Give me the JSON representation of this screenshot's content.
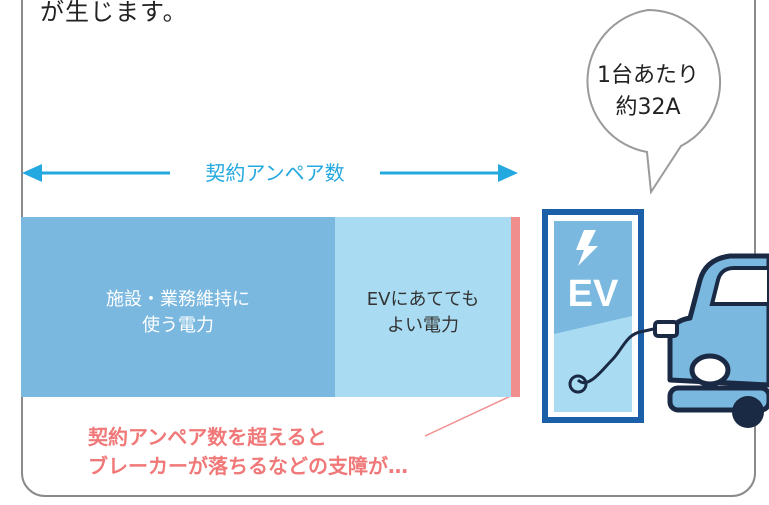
{
  "intro_text": "が生じます。",
  "bubble": {
    "lines": "1台あたり\n約32A"
  },
  "contract_label": "契約アンペア数",
  "blocks": {
    "facility": "施設・業務維持に\n使う電力",
    "ev": "EVにあてても\nよい電力"
  },
  "warning": "契約アンペア数を超えると\nブレーカーが落ちるなどの支障が…",
  "charger": {
    "label": "EV",
    "icon": "lightning-bolt-icon"
  },
  "colors": {
    "facility_block": "#7ab8e0",
    "ev_block": "#a9dcf2",
    "limit_bar": "#f08d8d",
    "arrow": "#23a8df",
    "warning": "#f07878",
    "car": "#7ab8e0",
    "charger": "#1a5fa8"
  }
}
